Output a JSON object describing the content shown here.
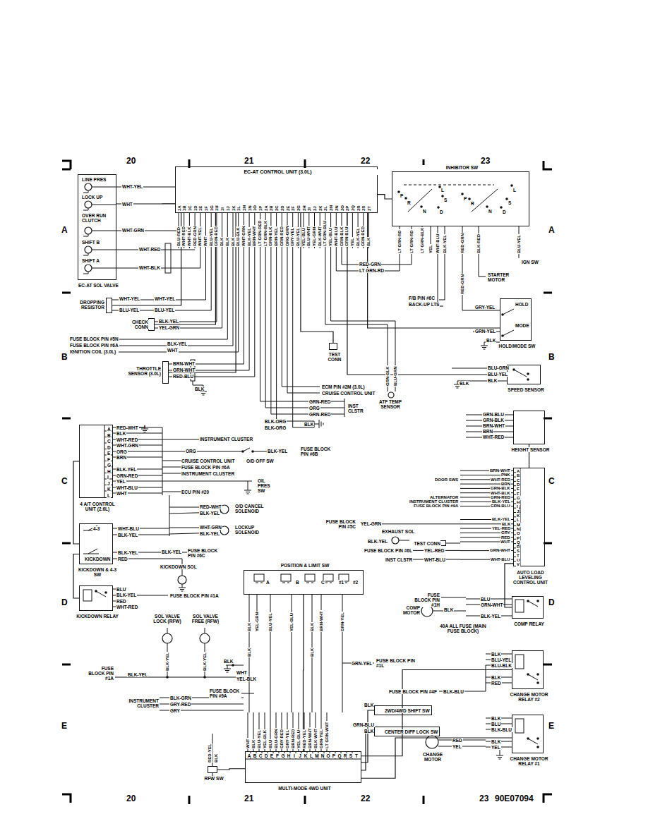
{
  "diagram": {
    "nodes": [
      {
        "text": [
          "EC-AT CONTROL UNIT (3.0L)",
          "1A",
          "1B",
          "1C",
          "1D",
          "1E",
          "1F",
          "1G",
          "1H",
          "1I",
          "1J",
          "1K",
          "1L",
          "1M",
          "1N",
          "1O",
          "1P",
          "2A",
          "2B",
          "2C",
          "2D",
          "2E",
          "2F",
          "2G",
          "2H",
          "2I",
          "2J",
          "2K",
          "2L",
          "2M",
          "2N",
          "2O",
          "2P",
          "2Q",
          "2R",
          "2S",
          "2T"
        ]
      },
      {
        "text": [
          "LINE PRES",
          "LOCK UP",
          "OVER RUN CLUTCH",
          "SHIFT B",
          "SHIFT A",
          "EC-AT SOL VALVE"
        ]
      },
      {
        "text": [
          "INHIBITOR SW",
          "P",
          "R",
          "N",
          "D",
          "S",
          "L",
          "P",
          "R",
          "N",
          "D",
          "S",
          "L"
        ]
      },
      {
        "text": [
          "DROPPING RESISTOR"
        ]
      },
      {
        "text": [
          "HOLD",
          "MODE",
          "HOLD/MODE SW"
        ]
      },
      {
        "text": [
          "SPEED SENSOR"
        ]
      },
      {
        "text": [
          "A",
          "B",
          "C",
          "D",
          "E",
          "F",
          "G",
          "H",
          "I",
          "J",
          "K",
          "L",
          "4 A/T CONTROL UNIT (2.6L)"
        ]
      },
      {
        "text": [
          "HEIGHT SENSOR"
        ]
      },
      {
        "text": [
          "A",
          "B",
          "C",
          "D",
          "E",
          "F",
          "G",
          "H",
          "I",
          "J",
          "K",
          "L",
          "M",
          "N",
          "O",
          "P",
          "Q",
          "R",
          "S",
          "T",
          "U",
          "V",
          "AUTO LOAD LEVELING CONTROL UNIT"
        ]
      },
      {
        "text": [
          "4-3",
          "KICKDOWN",
          "KICKDOWN & 4-3 SW"
        ]
      },
      {
        "text": [
          "KICKDOWN RELAY"
        ]
      },
      {
        "text": [
          "A",
          "B",
          "C",
          "#1",
          "#2",
          "POSITION & LIMIT SW"
        ]
      },
      {
        "text": [
          "COMP RELAY"
        ]
      },
      {
        "text": [
          "CHANGE MOTOR RELAY #2"
        ]
      },
      {
        "text": [
          "CHANGE MOTOR RELAY #1"
        ]
      },
      {
        "text": [
          "A",
          "B",
          "C",
          "D",
          "E",
          "F",
          "G",
          "H",
          "I",
          "J",
          "K",
          "L",
          "M",
          "N",
          "O",
          "P",
          "Q",
          "R",
          "S",
          "T",
          "MULTI-MODE 4WD UNIT"
        ]
      },
      {
        "text": [
          "2WD/4WD SHIFT SW"
        ]
      },
      {
        "text": [
          "CENTER DIFF LOCK SW"
        ]
      },
      {
        "text": [
          "RFW SW"
        ]
      },
      {
        "text": [
          "TEST CONN"
        ]
      },
      {
        "text": [
          "TEST CONN"
        ]
      },
      {
        "text": [
          "CHECK CONN"
        ]
      },
      {
        "text": [
          "THROTTLE SENSOR (3.0L)"
        ]
      }
    ],
    "edges": [
      {
        "from": 1,
        "to": 0,
        "arrow": "none"
      },
      {
        "from": 2,
        "to": 0,
        "arrow": "none"
      },
      {
        "from": 4,
        "to": 0,
        "arrow": "none"
      },
      {
        "from": 5,
        "to": 0,
        "arrow": "none"
      },
      {
        "from": 3,
        "to": 0,
        "arrow": "none"
      },
      {
        "from": 7,
        "to": 8,
        "arrow": "none"
      },
      {
        "from": 9,
        "to": 6,
        "arrow": "none"
      },
      {
        "from": 11,
        "to": 15,
        "arrow": "none"
      },
      {
        "from": 16,
        "to": 15,
        "arrow": "none"
      },
      {
        "from": 17,
        "to": 15,
        "arrow": "none"
      },
      {
        "from": 18,
        "to": 15,
        "arrow": "none"
      },
      {
        "from": 13,
        "to": 15,
        "arrow": "none"
      },
      {
        "from": 14,
        "to": 15,
        "arrow": "none"
      },
      {
        "from": 12,
        "to": 8,
        "arrow": "none"
      },
      {
        "from": 19,
        "to": 0,
        "arrow": "none"
      },
      {
        "from": 10,
        "to": 9,
        "arrow": "none"
      },
      {
        "from": 21,
        "to": 0,
        "arrow": "none"
      },
      {
        "from": 22,
        "to": 0,
        "arrow": "none"
      }
    ],
    "labels": [
      "BLU-RED",
      "WHT-RED",
      "WHT-BLK",
      "RED-GRN",
      "WHT-YEL",
      "WHT",
      "BLU-YEL",
      "GRN-RED",
      "BLK",
      "BLK",
      "BLK",
      "BLU-BLK",
      "WHT-GRN",
      "BLK-YEL",
      "BRN-WHT",
      "LT GRN-RED",
      "LT GRN-BLK",
      "GRN-BLK",
      "BRN-YEL",
      "GRN-RED",
      "ORG-GRN",
      "GRY-YEL",
      "BLU-YEL",
      "YEL-BLU",
      "BLU-WHT",
      "YEL-GRN",
      "BLK-WHT",
      "LT GRN-BLU",
      "YEL-BLU",
      "WHT-BLU",
      "GRN-BLK",
      "GRN-BLU",
      "YEL",
      "BLK-YEL",
      "GRN-RED",
      "BLK",
      "20",
      "21",
      "22",
      "23",
      "20",
      "21",
      "22",
      "23",
      "90E07094",
      "A",
      "A",
      "B",
      "B",
      "C",
      "C",
      "D",
      "D",
      "E",
      "E",
      "WHT-YEL",
      "WHT",
      "WHT-GRN",
      "WHT-RED",
      "WHT-BLK",
      "LT GRN-RD",
      "LT GRN-RD",
      "LT GRN-BLK",
      "YEL",
      "WHT-BLU",
      "BLK-YEL",
      "RED-GRN",
      "BLK-RED",
      "BLU-YEL",
      "RED-GRN",
      "LT GRN-RD",
      "STARTER MOTOR",
      "IGN SW",
      "F/B PIN #6C",
      "BACK-UP LTS",
      "RED-GRN",
      "GRY-YEL",
      "GRN-YEL",
      "BLK",
      "WHT-YEL",
      "WHT-YEL",
      "BLU-YEL",
      "BLU-YEL",
      "BLK-YEL",
      "YEL-GRN",
      "FUSE BLOCK PIN #5N",
      "FUSE BLOCK PIN #6A",
      "IGNITION COIL (3.0L)",
      "BLK-YEL",
      "WHT",
      "BRN-WHT",
      "GRN-WHT",
      "RED-BLU",
      "BLK",
      "ECM PIN #2M (3.0L)",
      "CRUISE CONTROL UNIT",
      "GRN-RED",
      "ORG",
      "GRN-RED",
      "INST CLSTR",
      "BLK-ORG",
      "BLK-ORG",
      "BLK",
      "GRN-BLK",
      "BLU-GRN",
      "ATF TEMP SENSOR",
      "BLU-GRN",
      "BLU-YEL",
      "BLK",
      "BLK",
      "GRN-BLU",
      "GRN-BLK",
      "BRN-WHT",
      "BRN",
      "WHT-RED",
      "RED-WHT",
      "BLK",
      "WHT-RED",
      "WHT-GRN",
      "ORG",
      "BRN",
      "BLK-YEL",
      "GRN-RED",
      "YEL",
      "WHT-BLU",
      "WHT",
      "INSTRUMENT CLUSTER",
      "ORG",
      "BLK-YEL",
      "FUSE BLOCK PIN #6B",
      "O/D OFF SW",
      "CRUISE CONTROL UNIT",
      "FUSE BLOCK PIN #6A",
      "INSTRUMENT CLUSTER",
      "OIL PRES SW",
      "ECU PIN #20",
      "RED-WHT",
      "BLK-YEL",
      "O/D CANCEL SOLENOID",
      "WHT-GRN",
      "BLK-YEL",
      "LOCKUP SOLENOID",
      "WHT-BLU",
      "BLK-YEL",
      "BLK-YEL",
      "RED",
      "BLK-YEL",
      "FUSE BLOCK PIN #6C",
      "KICKDOWN SOL",
      "BLU",
      "BLK-YEL",
      "RED",
      "WHT-RED",
      "FUSE BLOCK PIN #1A",
      "SOL VALVE LOCK (RFW)",
      "SOL VALVE FREE (RFW)",
      "BLK-YEL",
      "BLK-YEL",
      "FUSE BLOCK PIN #1A",
      "BLK-YEL",
      "BLK",
      "WHT",
      "YEL-BLK",
      "GRN-YEL",
      "FUSE BLOCK PIN #1L",
      "BLK",
      "YEL-GRN",
      "BLU-YEL",
      "YEL-BLU",
      "BLK",
      "BRN-WHT",
      "GRN-YEL",
      "BLK",
      "BLK",
      "INSTRUMENT CLUSTER",
      "BLK-GRN",
      "GRY-RED",
      "GRY",
      "FUSE BLOCK PIN #9A",
      "WHT",
      "BLK",
      "BLU-YEL",
      "YEL-BLK",
      "BLU",
      "BLU-GRN",
      "GRY-RED",
      "GRY-YEL",
      "BRN-RED",
      "YEL-BLU",
      "RED-YEL",
      "BRN-WHT",
      "BLK-WHT",
      "GRN-YEL",
      "LT GRN-WHT",
      "RED-YEL",
      "BLK",
      "BLK",
      "GRN-BLU",
      "BLK",
      "BRN-WHT",
      "PNK",
      "WHT-RED",
      "BRN",
      "GRN-BLK",
      "WHT-BLK",
      "GRN-RED",
      "BLK-YEL",
      "GRN-BLU",
      "BLK-YEL",
      "BLK",
      "YEL-RED",
      "GRY",
      "RED",
      "WHT",
      "GRN-WHT",
      "WHT-BLU",
      "DOOR SWS",
      "ALTERNATOR",
      "INSTRUMENT CLUSTER",
      "FUSE BLOCK PIN #9A",
      "FUSE BLOCK PIN #5C",
      "YEL-GRN",
      "EXHAUST SOL",
      "BLK-YEL",
      "FUSE BLOCK PIN #6L",
      "YEL-RED",
      "INST CLSTR",
      "WHT-BLU",
      "FUSE BLOCK PIN #1H",
      "BLU",
      "GRN-WHT",
      "BLK-YEL",
      "COMP MOTOR",
      "BLK",
      "40A ALL FUSE (MAIN FUSE BLOCK)",
      "BLK",
      "BLU-YEL",
      "BLU-BLK",
      "BLK",
      "RED",
      "FUSE BLOCK PIN #4F",
      "BLK-BLU",
      "BLK",
      "BLU",
      "BLK-BLU",
      "BLK",
      "YEL",
      "RED",
      "YEL",
      "CHANGE MOTOR"
    ]
  }
}
